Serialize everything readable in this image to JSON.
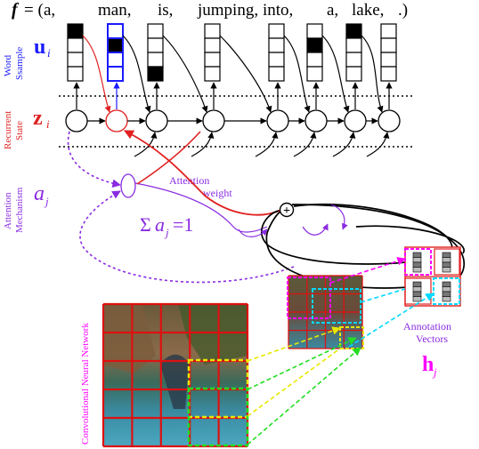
{
  "sentence": {
    "f_label": "f",
    "equals_open": "= (",
    "words": [
      "a,",
      "man,",
      "is,",
      "jumping,",
      "into,",
      "a,",
      "lake,",
      ".)"
    ],
    "word_columns": [
      "a",
      "man",
      "is",
      "jumping",
      "into",
      "a",
      "lake",
      "."
    ]
  },
  "rows": {
    "word_sample": {
      "side_label_line1": "Word",
      "side_label_line2": "Ssample",
      "symbol": "u",
      "subscript": "i",
      "color": "#1a1aff"
    },
    "recurrent_state": {
      "side_label_line1": "Recurrent",
      "side_label_line2": "State",
      "symbol": "z",
      "subscript": "i",
      "color": "#e02020"
    },
    "attention": {
      "side_label_line1": "Attention",
      "side_label_line2": "Mechanism",
      "symbol": "a",
      "subscript": "j",
      "color": "#8a2be2"
    }
  },
  "attention_weight_label_line1": "Attention",
  "attention_weight_label_line2": "weight",
  "sum_constraint": {
    "sigma": "Σ",
    "a": "a",
    "sub": "j",
    "rhs": "=1"
  },
  "annotation_label_line1": "Annotation",
  "annotation_label_line2": "Vectors",
  "h_symbol": "h",
  "h_subscript": "j",
  "cnn_label": "Convolutional Neural Network",
  "plus_symbol": "+",
  "colors": {
    "blue": "#1a1aff",
    "red": "#e02020",
    "purple": "#8a2be2",
    "magenta": "#ff00ff",
    "cyan": "#00d8ff",
    "yellow": "#ffff00",
    "green": "#22dd22",
    "grid_red": "#dd1111"
  }
}
